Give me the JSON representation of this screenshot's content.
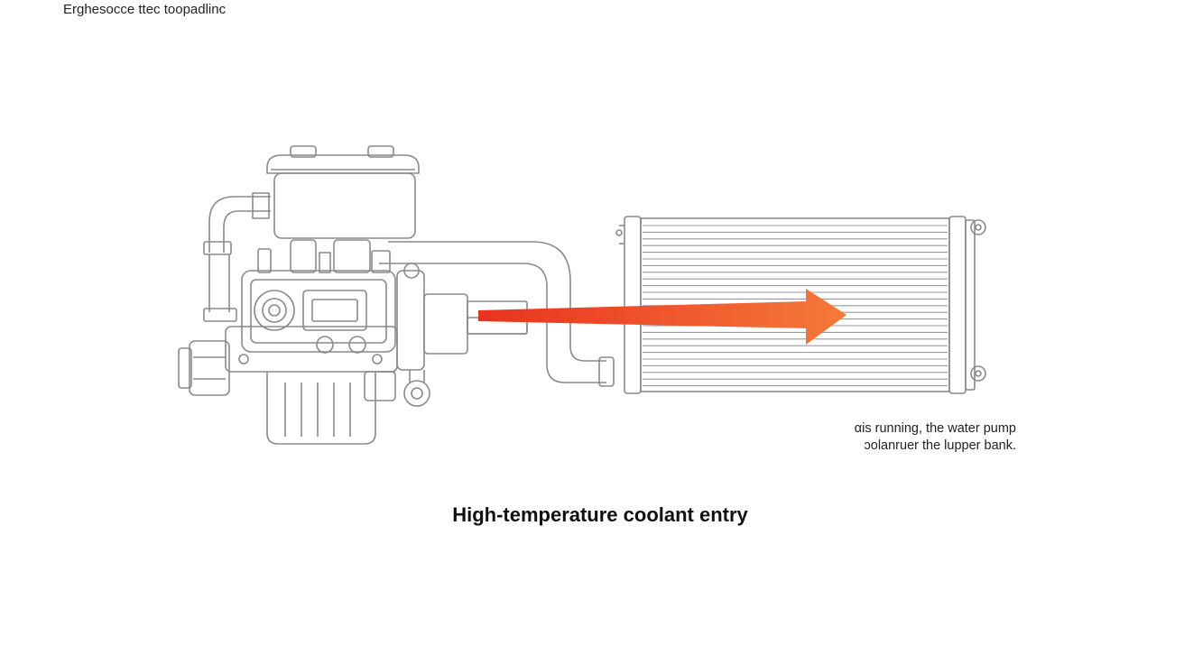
{
  "header": {
    "label": "Erghesocce ttec toopadlinc"
  },
  "diagram": {
    "components": {
      "engine": "engine-block",
      "reservoir": "coolant-reservoir",
      "radiator": "radiator",
      "hose": "upper-hose",
      "flow_arrow": "coolant-flow-arrow"
    },
    "colors": {
      "arrow_start": "#e8321e",
      "arrow_end": "#f47a3a",
      "line": "#8a8a8a"
    }
  },
  "note": {
    "line1": "αis running, the water pump",
    "line2": "ɔolanruer the lupper bank."
  },
  "caption": {
    "text": "High-temperature coolant entry"
  }
}
